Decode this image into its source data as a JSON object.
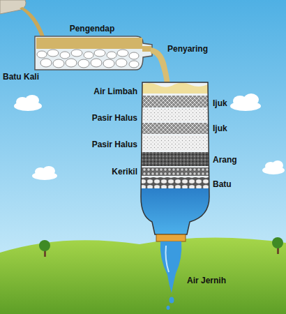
{
  "diagram": {
    "labels": [
      "Pengendap",
      "Penyaring",
      "Batu Kali",
      "Air Limbah",
      "Ijuk",
      "Pasir Halus",
      "Ijuk",
      "Pasir Halus",
      "Arang",
      "Kerikil",
      "Batu",
      "Air Jernih"
    ]
  }
}
